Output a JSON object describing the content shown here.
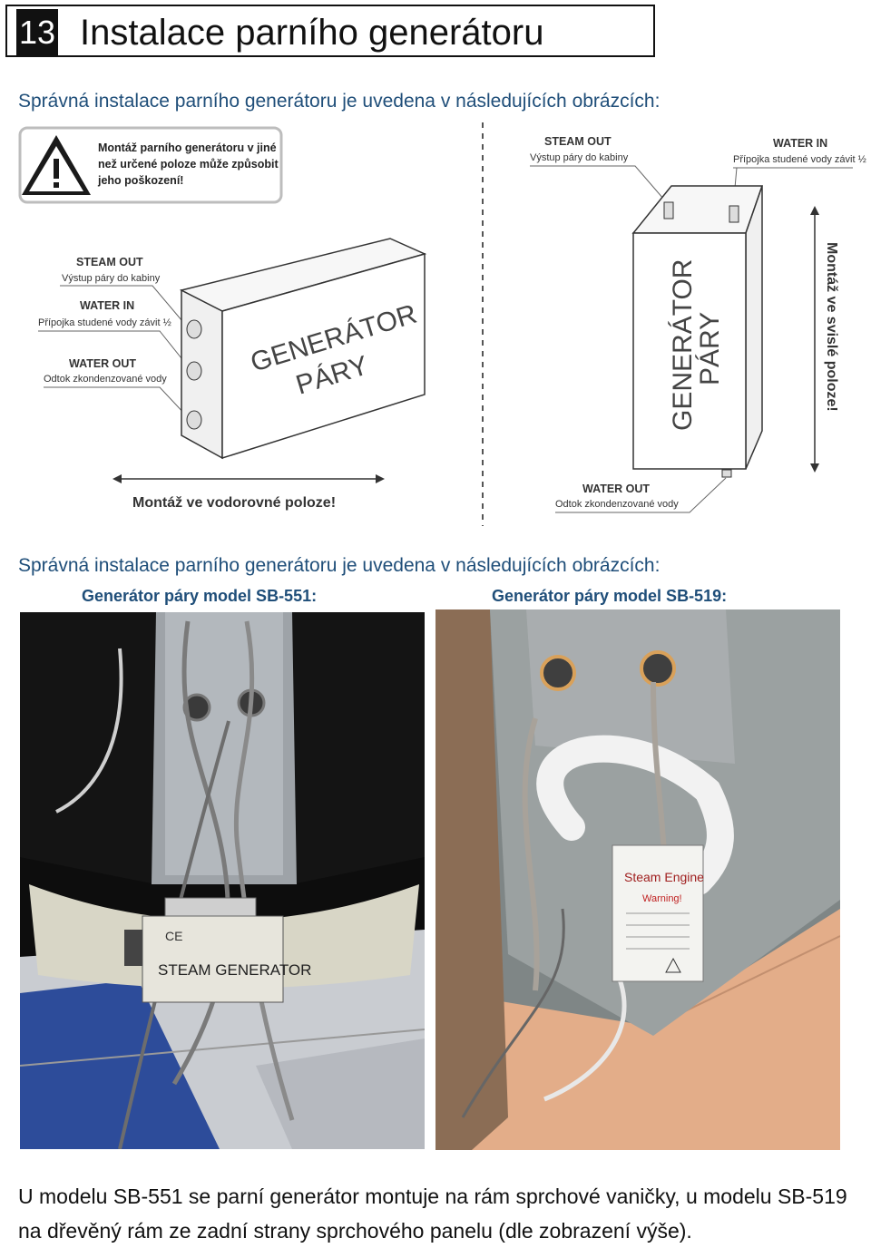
{
  "header": {
    "number": "13",
    "title": "Instalace parního generátoru"
  },
  "intro_text": "Správná instalace parního generátoru je uvedena v následujících obrázcích:",
  "warning": {
    "icon": "warning-triangle-icon",
    "text_line1": "Montáž parního generátoru v jiné",
    "text_line2": "než určené poloze může způsobit",
    "text_line3": "jeho poškození!"
  },
  "horizontal_diagram": {
    "steam_out_label": "STEAM OUT",
    "steam_out_desc": "Výstup páry do kabiny",
    "water_in_label": "WATER IN",
    "water_in_desc": "Přípojka studené vody závit ½",
    "water_out_label": "WATER OUT",
    "water_out_desc": "Odtok zkondenzované vody",
    "box_line1": "GENERÁTOR",
    "box_line2": "PÁRY",
    "mounting_note": "Montáž ve vodorovné poloze!"
  },
  "vertical_diagram": {
    "steam_out_label": "STEAM OUT",
    "steam_out_desc": "Výstup páry do kabiny",
    "water_in_label": "WATER IN",
    "water_in_desc": "Přípojka studené vody závit ½",
    "water_out_label": "WATER OUT",
    "water_out_desc": "Odtok zkondenzované vody",
    "box_line1": "GENERÁTOR",
    "box_line2": "PÁRY",
    "mounting_note": "Montáž ve svislé poloze!"
  },
  "intro_text_2": "Správná instalace parního generátoru je uvedena v následujících obrázcích:",
  "photos": {
    "left_caption": "Generátor páry model SB-551:",
    "left_label": "STEAM GENERATOR",
    "left_ce": "CE",
    "right_caption": "Generátor páry model SB-519:",
    "right_label": "Steam Engine",
    "right_warning": "Warning!"
  },
  "bottom_text": "U modelu SB-551 se parní generátor montuje na rám sprchové vaničky, u modelu SB-519 na dřevěný rám ze zadní strany sprchového panelu (dle zobrazení výše).",
  "colors": {
    "heading_blue": "#1f4e79",
    "header_black": "#111111"
  }
}
